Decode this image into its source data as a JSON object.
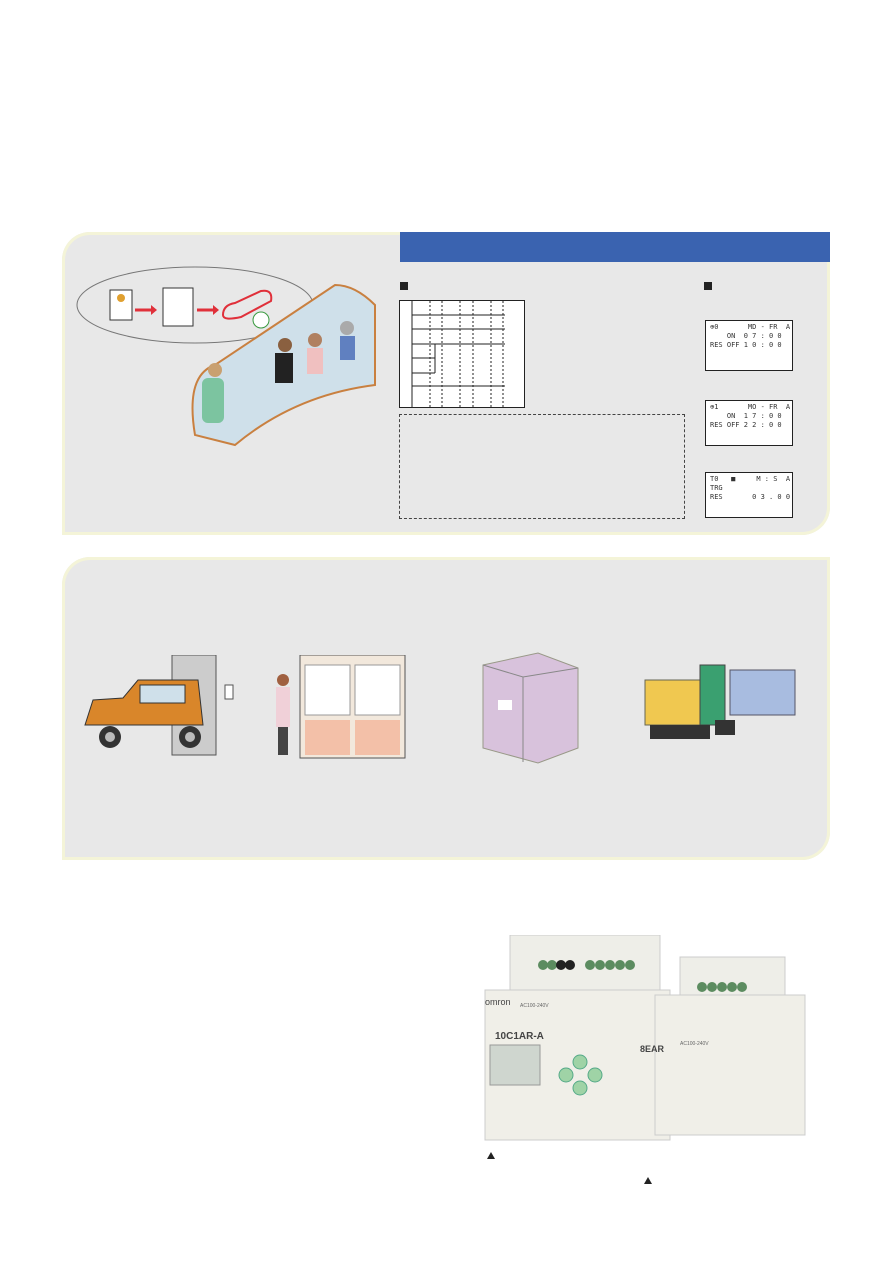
{
  "colors": {
    "panel": "#e8e8e8",
    "header_bar": "#3a63b0",
    "accent_red": "#e0303a",
    "van": "#d9862a"
  },
  "lcd_screens": [
    {
      "line1": "⊕0       MD - FR  A",
      "line2": "",
      "line3": "    ON  0 7 : 0 0",
      "line4": "RES OFF 1 0 : 0 0"
    },
    {
      "line1": "⊕1       MO - FR  A",
      "line2": "",
      "line3": "    ON  1 7 : 0 0",
      "line4": "RES OFF 2 2 : 0 0"
    },
    {
      "line1": "T0   ■     M : S  A",
      "line2": "TRG",
      "line3": "RES       0 3 . 0 0",
      "line4": ""
    }
  ],
  "product": {
    "brand": "omron",
    "voltage_main": "AC100-240V",
    "model_main": "10C1AR-A",
    "model_expansion": "8EAR",
    "voltage_expansion": "AC100-240V"
  }
}
